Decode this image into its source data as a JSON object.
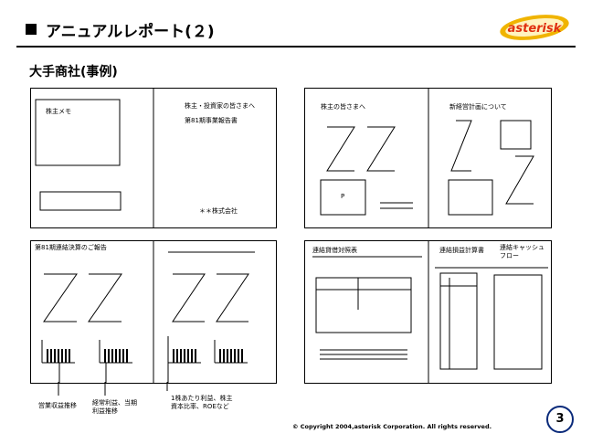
{
  "header": {
    "title": "アニュアルレポート(２)",
    "logo_text": "asterisk",
    "logo_color": "#e03010",
    "logo_bg": "#f0b400"
  },
  "subtitle": "大手商社(事例)",
  "panel1": {
    "memo": "株主メモ",
    "greeting": "株主・投資家の皆さまへ",
    "report": "第81期事業報告書",
    "company": "＊＊株式会社"
  },
  "panel2": {
    "left_title": "株主の皆さまへ",
    "right_title": "新経営計画について",
    "box_p": "P"
  },
  "panel3": {
    "title": "第81期連結決算のご報告"
  },
  "panel4": {
    "bs": "連結貸借対照表",
    "pl": "連結損益計算書",
    "cf": "連結キャッシュ\nフロー"
  },
  "callouts": {
    "a": "営業収益推移",
    "b": "経常利益、当期\n利益推移",
    "c": "1株あたり利益、株主\n資本比率、ROEなど"
  },
  "page_number": "3",
  "copyright": "© Copyright 2004,asterisk Corporation. All rights reserved."
}
